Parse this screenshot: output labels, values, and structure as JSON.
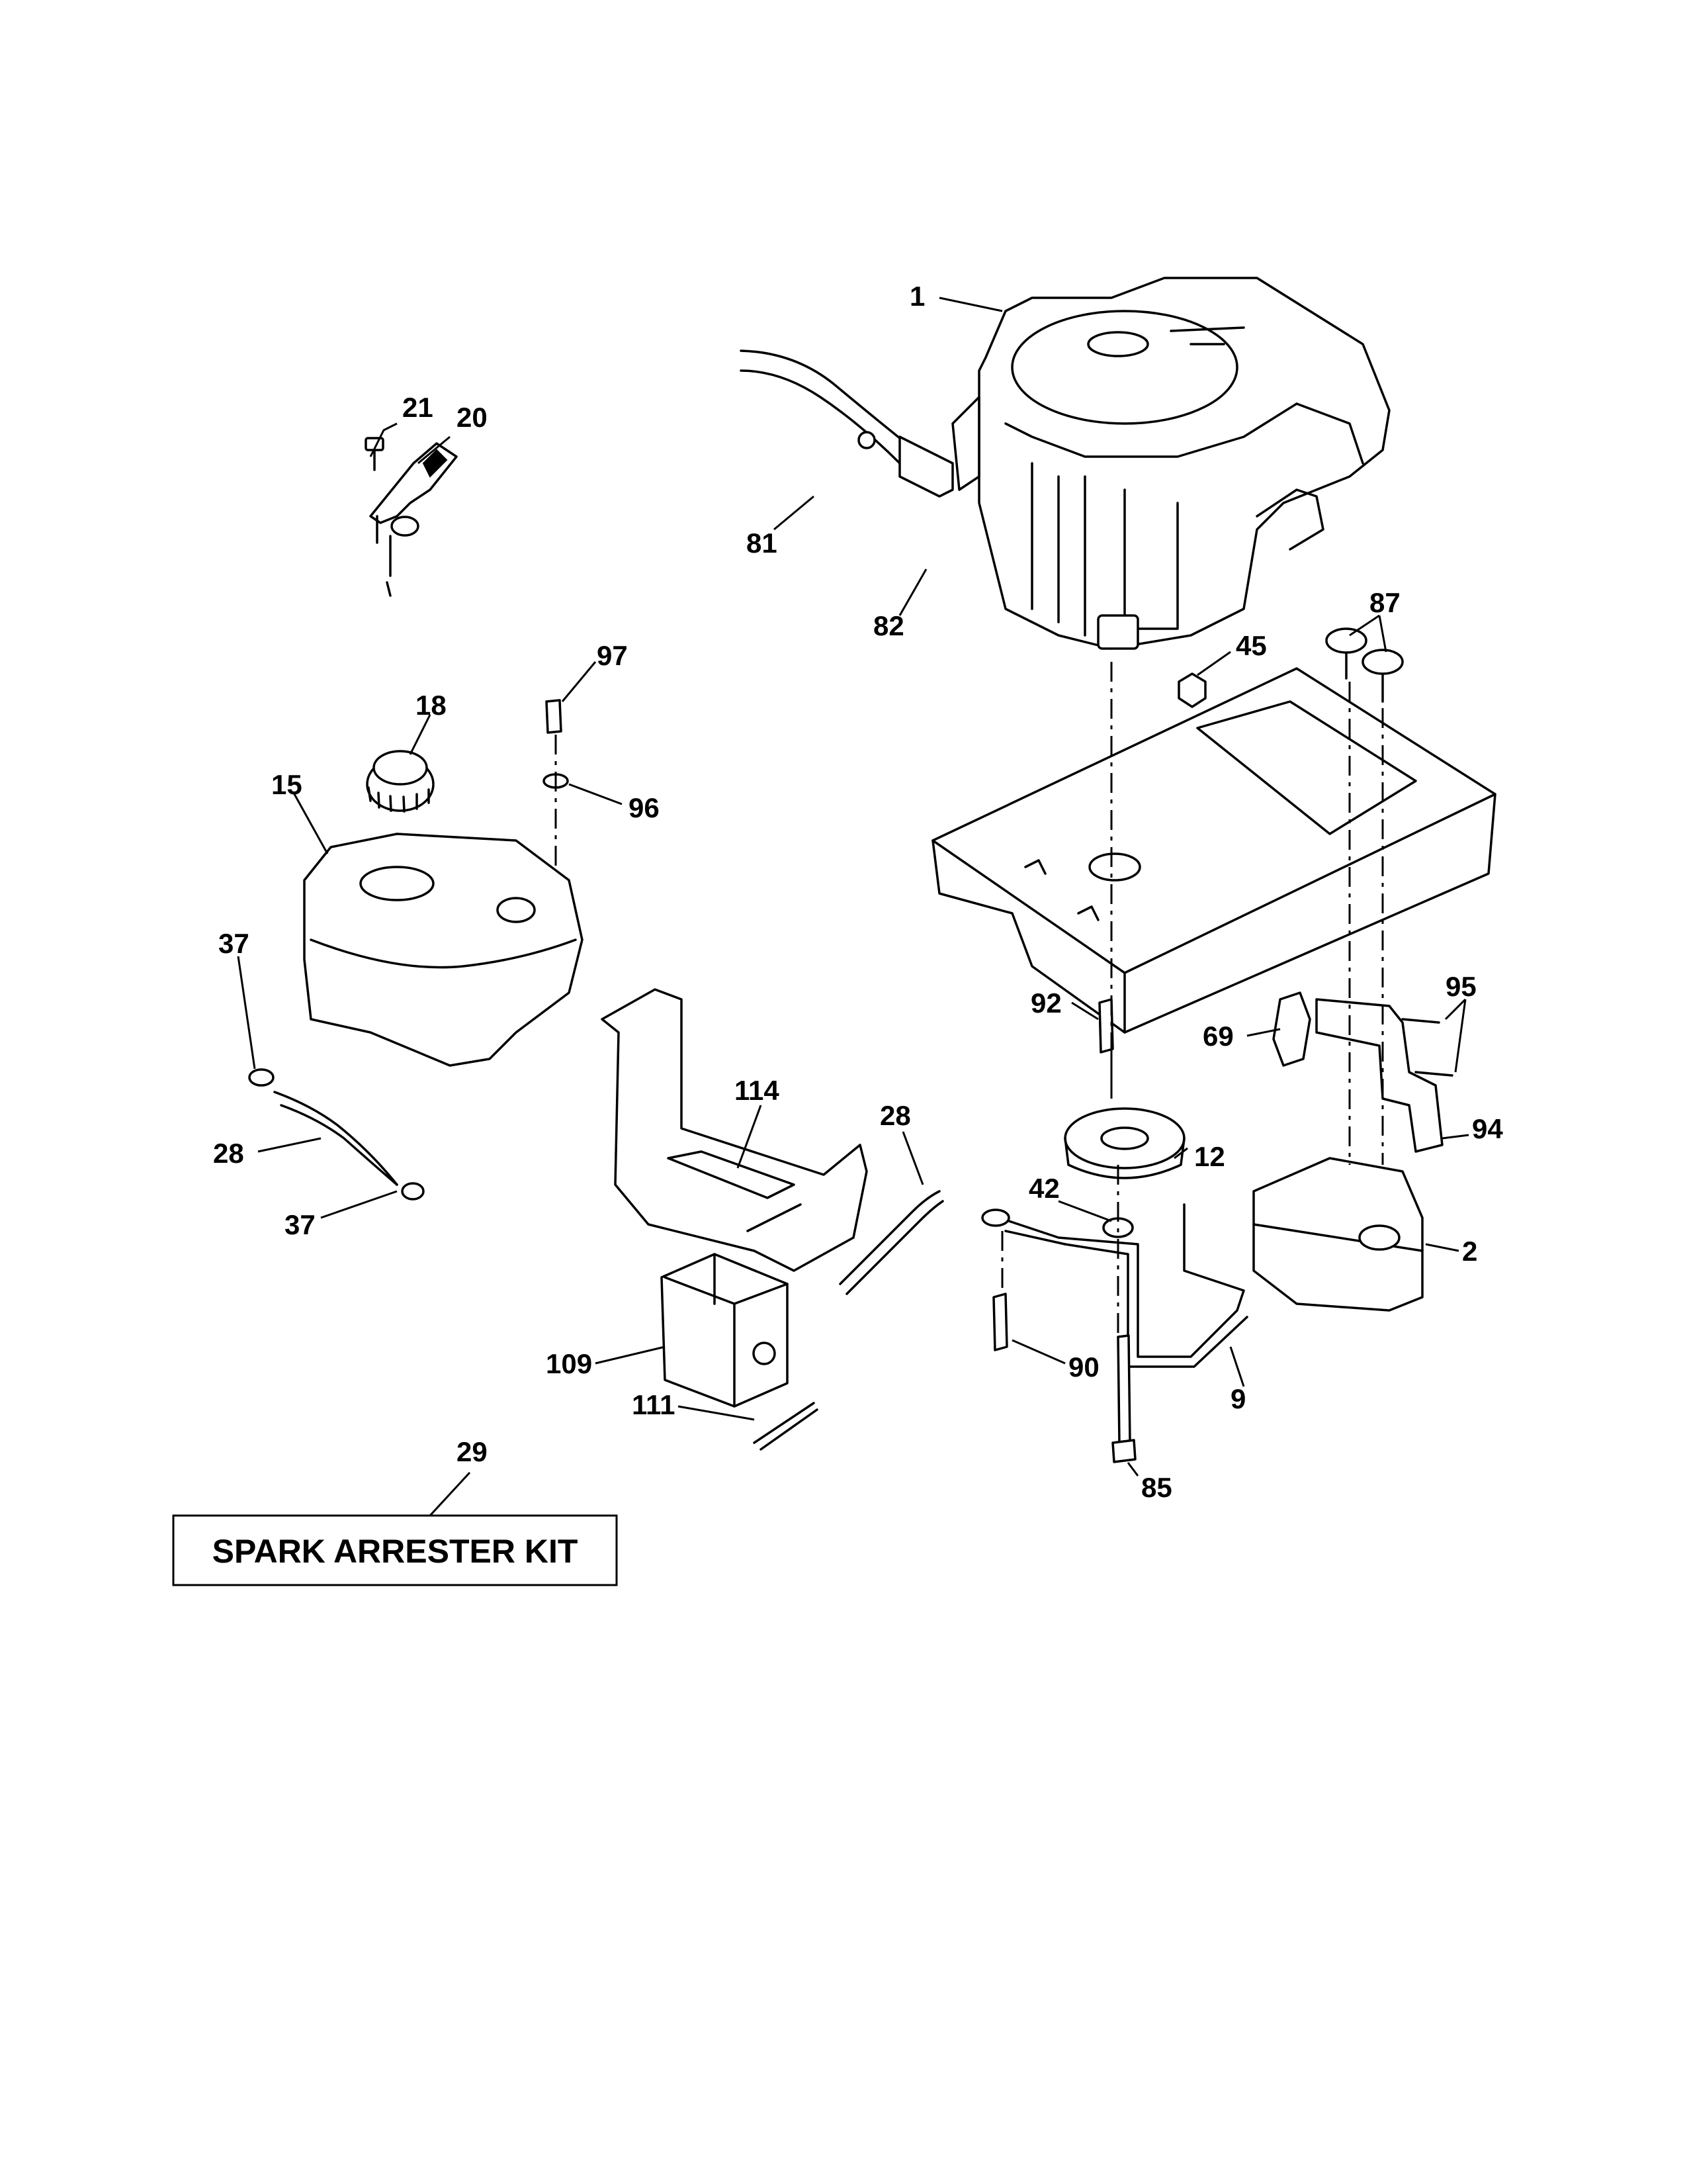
{
  "callouts": [
    {
      "id": "c1",
      "text": "1"
    },
    {
      "id": "c21",
      "text": "21"
    },
    {
      "id": "c20",
      "text": "20"
    },
    {
      "id": "c81",
      "text": "81"
    },
    {
      "id": "c82",
      "text": "82"
    },
    {
      "id": "c87",
      "text": "87"
    },
    {
      "id": "c45",
      "text": "45"
    },
    {
      "id": "c97",
      "text": "97"
    },
    {
      "id": "c18",
      "text": "18"
    },
    {
      "id": "c15",
      "text": "15"
    },
    {
      "id": "c96",
      "text": "96"
    },
    {
      "id": "c37a",
      "text": "37"
    },
    {
      "id": "c92",
      "text": "92"
    },
    {
      "id": "c95",
      "text": "95"
    },
    {
      "id": "c69",
      "text": "69"
    },
    {
      "id": "c114",
      "text": "114"
    },
    {
      "id": "c28a",
      "text": "28"
    },
    {
      "id": "c28b",
      "text": "28"
    },
    {
      "id": "c94",
      "text": "94"
    },
    {
      "id": "c12",
      "text": "12"
    },
    {
      "id": "c37b",
      "text": "37"
    },
    {
      "id": "c42",
      "text": "42"
    },
    {
      "id": "c2",
      "text": "2"
    },
    {
      "id": "c109",
      "text": "109"
    },
    {
      "id": "c90",
      "text": "90"
    },
    {
      "id": "c9",
      "text": "9"
    },
    {
      "id": "c111",
      "text": "111"
    },
    {
      "id": "c29",
      "text": "29"
    },
    {
      "id": "c85",
      "text": "85"
    }
  ],
  "kit_label": "SPARK ARRESTER KIT"
}
